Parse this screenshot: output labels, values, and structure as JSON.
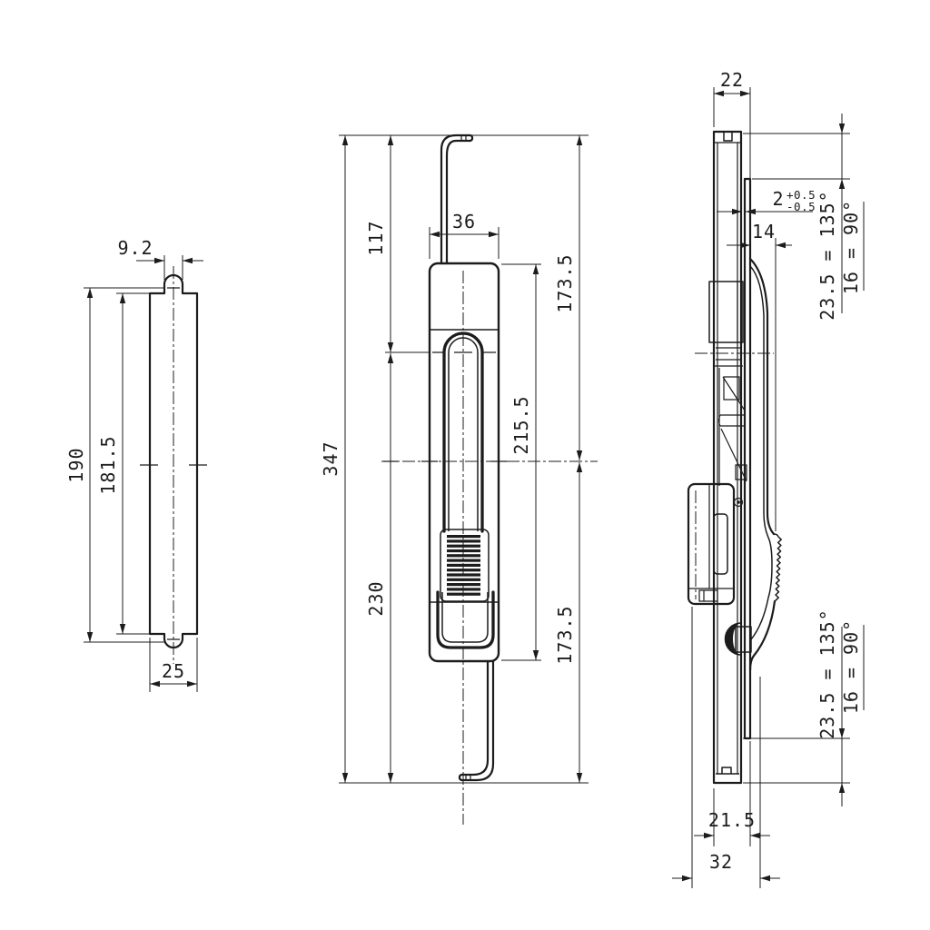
{
  "drawing": {
    "background": "#ffffff",
    "line_color": "#1c1c1c",
    "views": {
      "left_profile": {
        "dims": {
          "top_tab_width": "9.2",
          "outer_height": "190",
          "inner_height": "181.5",
          "plate_width": "25"
        }
      },
      "front": {
        "dims": {
          "upper_rod_offset": "117",
          "body_width": "36",
          "overall_height": "347",
          "body_height": "215.5",
          "upper_half": "173.5",
          "lower_half": "173.5",
          "lower_rod_offset": "230"
        }
      },
      "side": {
        "dims": {
          "depth_top": "22",
          "gap_value": "2",
          "gap_tol_plus": "+0.5",
          "gap_tol_minus": "-0.5",
          "handle_depth": "14",
          "protrusion_top_a": "23.5 = 135°",
          "protrusion_top_b": "16 = 90°",
          "protrusion_bottom_a": "23.5 = 135°",
          "protrusion_bottom_b": "16 = 90°",
          "depth_bottom_inner": "21.5",
          "depth_bottom_outer": "32"
        }
      }
    }
  }
}
